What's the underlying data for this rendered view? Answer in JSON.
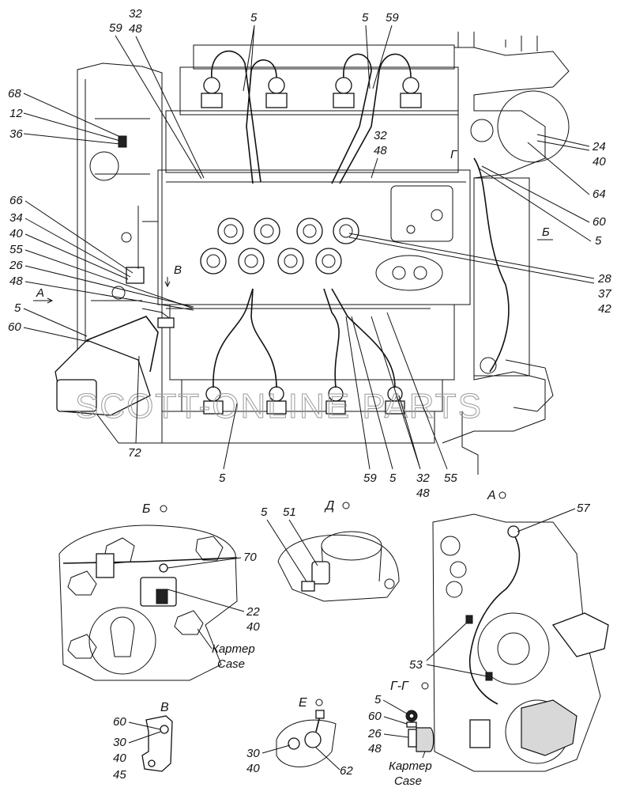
{
  "watermark": "SCOTT-ONLINE PARTS",
  "main_callouts": {
    "c_32_48_top": [
      "32",
      "48"
    ],
    "c_5_top_left": "5",
    "c_59_top_left": "59",
    "c_5_top_right": "5",
    "c_59_top_right": "59",
    "c_68": "68",
    "c_12": "12",
    "c_36": "36",
    "c_32_48_mid": [
      "32",
      "48"
    ],
    "c_24_40": [
      "24",
      "40"
    ],
    "c_64": "64",
    "c_60_right": "60",
    "c_5_right": "5",
    "c_66": "66",
    "c_34": "34",
    "c_40_left": "40",
    "c_55_left": "55",
    "c_26": "26",
    "c_48_left": "48",
    "c_28_37_42": [
      "28",
      "37",
      "42"
    ],
    "c_5_left": "5",
    "c_60_left": "60",
    "c_72": "72",
    "c_5_bottom": "5",
    "c_59_bottom": "59",
    "c_5_bottom_right": "5",
    "c_32_48_bottom": [
      "32",
      "48"
    ],
    "c_55_bottom": "55"
  },
  "view_markers": {
    "view_A_arrow": "А",
    "view_B_arrow": "В",
    "view_Be_arrow": "Б",
    "view_G_marker": "Г"
  },
  "detail_B_cyr": {
    "title": "Б",
    "c_70": "70",
    "c_22_40": [
      "22",
      "40"
    ],
    "case_label": [
      "Картер",
      "Case"
    ]
  },
  "detail_D": {
    "title": "Д",
    "c_5": "5",
    "c_51": "51"
  },
  "detail_A": {
    "title": "А",
    "c_57": "57",
    "c_53": "53"
  },
  "detail_V": {
    "title": "В",
    "c_60": "60",
    "c_30": "30",
    "c_40": "40",
    "c_45": "45"
  },
  "detail_E": {
    "title": "Е",
    "c_30_40": [
      "30",
      "40"
    ],
    "c_62": "62"
  },
  "detail_GG": {
    "title": "Г-Г",
    "c_5": "5",
    "c_60": "60",
    "c_26_48": [
      "26",
      "48"
    ],
    "case_label": [
      "Картер",
      "Case"
    ]
  }
}
